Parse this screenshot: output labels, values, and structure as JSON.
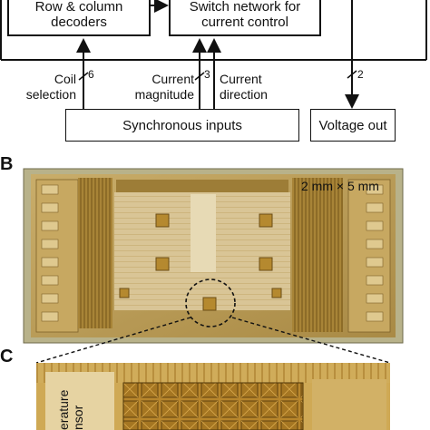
{
  "diagram": {
    "block_decoders_line1": "Row & column",
    "block_decoders_line2": "decoders",
    "block_switch_line1": "Switch network for",
    "block_switch_line2": "current control",
    "label_coil_line1": "Coil",
    "label_coil_line2": "selection",
    "label_coil_bits": "6",
    "label_magnitude_line1": "Current",
    "label_magnitude_line2": "magnitude",
    "label_magnitude_bits": "3",
    "label_direction_line1": "Current",
    "label_direction_line2": "direction",
    "label_voltage_bits": "2",
    "box_sync_inputs": "Synchronous inputs",
    "box_voltage_out": "Voltage out"
  },
  "panels": {
    "b": "B",
    "c": "C",
    "b_scale": "2 mm × 5 mm",
    "c_sensor_text": "erature\nnsor"
  },
  "colors": {
    "die_gold": "#c8a45a",
    "die_dark": "#8a6a2a",
    "die_light": "#e2cfa0",
    "pad": "#b58b3a"
  }
}
